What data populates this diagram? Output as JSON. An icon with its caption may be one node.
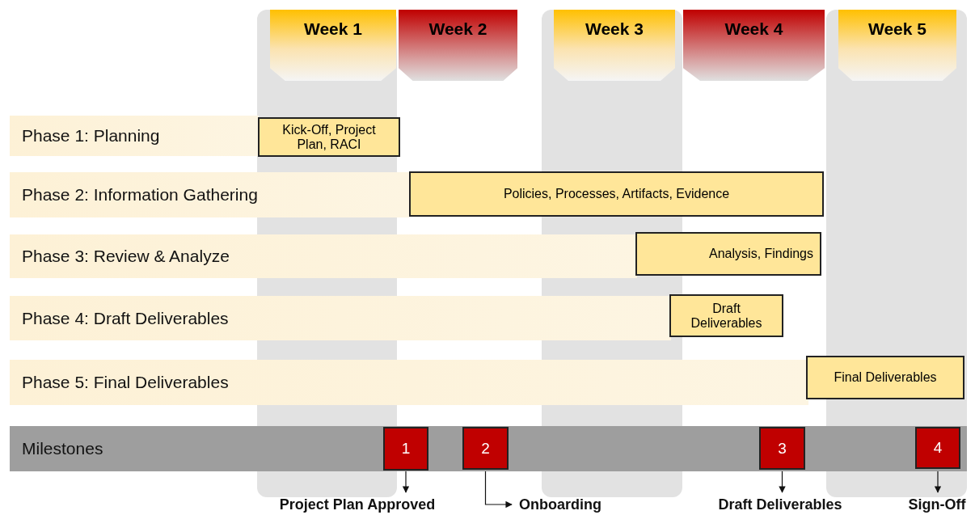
{
  "diagram": {
    "nodes": [
      {
        "text": [
          "Week 1"
        ]
      },
      {
        "text": [
          "Week 2"
        ]
      },
      {
        "text": [
          "Week 3"
        ]
      },
      {
        "text": [
          "Week 4"
        ]
      },
      {
        "text": [
          "Week 5"
        ]
      },
      {
        "text": [
          "Phase 1: Planning"
        ]
      },
      {
        "text": [
          "Phase 2: Information Gathering"
        ]
      },
      {
        "text": [
          "Phase 3: Review & Analyze"
        ]
      },
      {
        "text": [
          "Phase 4: Draft Deliverables"
        ]
      },
      {
        "text": [
          "Phase 5: Final Deliverables"
        ]
      },
      {
        "text": [
          "Kick-Off, Project Plan, RACI"
        ]
      },
      {
        "text": [
          "Policies, Processes, Artifacts, Evidence"
        ]
      },
      {
        "text": [
          "Analysis, Findings"
        ]
      },
      {
        "text": [
          "Draft Deliverables"
        ]
      },
      {
        "text": [
          "Final Deliverables"
        ]
      },
      {
        "text": [
          "Milestones"
        ]
      },
      {
        "text": [
          "1"
        ],
        "in": 15
      },
      {
        "text": [
          "2"
        ],
        "in": 15
      },
      {
        "text": [
          "3"
        ],
        "in": 15
      },
      {
        "text": [
          "4"
        ],
        "in": 15
      },
      {
        "text": [
          "Project Plan Approved"
        ]
      },
      {
        "text": [
          "Onboarding"
        ]
      },
      {
        "text": [
          "Draft Deliverables"
        ]
      },
      {
        "text": [
          "Sign-Off"
        ]
      }
    ],
    "edges": [
      {
        "from": 16,
        "to": 20,
        "arrow": "to"
      },
      {
        "from": 17,
        "to": 21,
        "arrow": "to"
      },
      {
        "from": 18,
        "to": 22,
        "arrow": "to"
      },
      {
        "from": 19,
        "to": 23,
        "arrow": "to"
      }
    ]
  }
}
